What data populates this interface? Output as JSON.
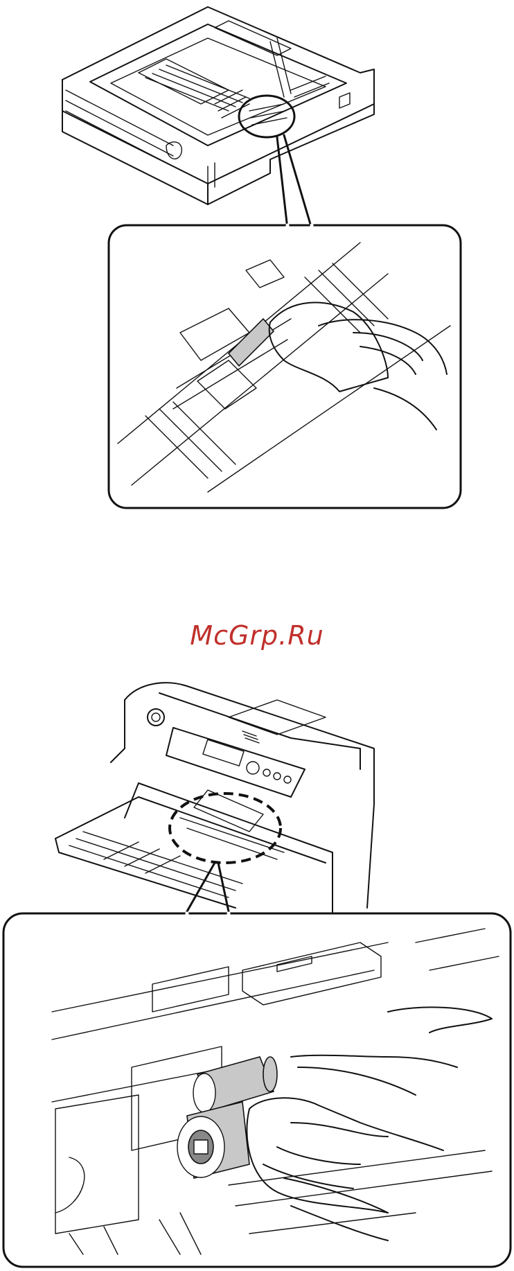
{
  "watermark": {
    "text": "McGrp.Ru",
    "color": "#c0302b"
  },
  "figures": [
    {
      "id": "tray-roller-cleaning",
      "icon": "paper-tray-illustration"
    },
    {
      "id": "printer-roller-cleaning",
      "icon": "printer-illustration"
    }
  ]
}
